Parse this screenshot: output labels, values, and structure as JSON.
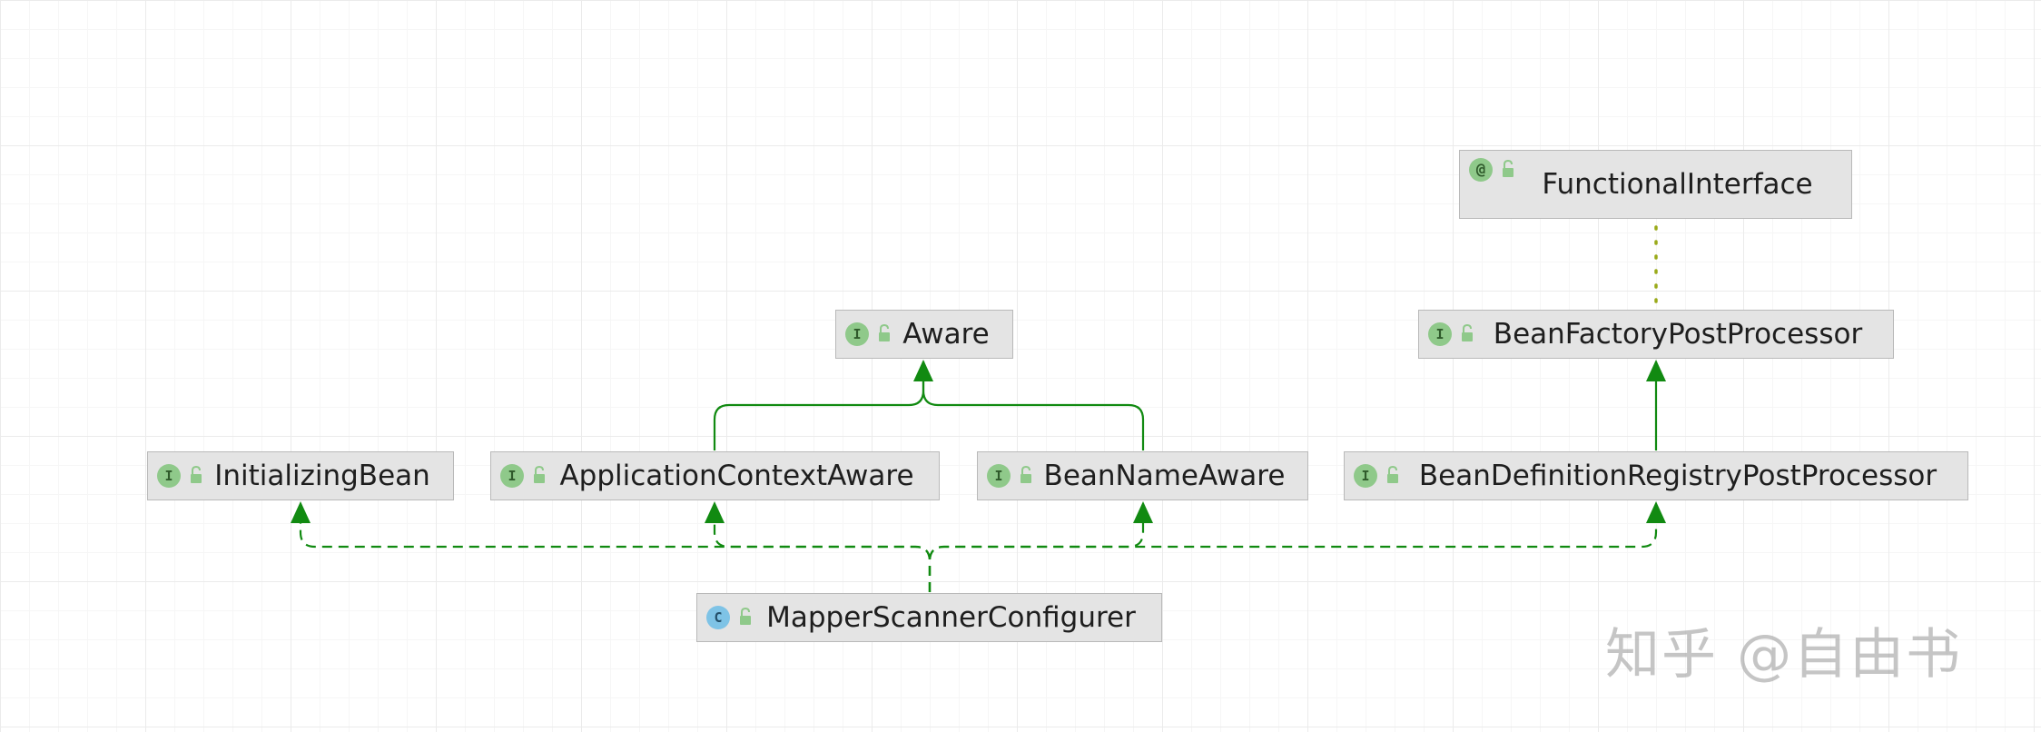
{
  "nodes": {
    "functional_interface": {
      "kind": "@",
      "kind_type": "annotation",
      "label": "FunctionalInterface"
    },
    "aware": {
      "kind": "I",
      "kind_type": "interface",
      "label": "Aware"
    },
    "bean_factory_post_processor": {
      "kind": "I",
      "kind_type": "interface",
      "label": "BeanFactoryPostProcessor"
    },
    "initializing_bean": {
      "kind": "I",
      "kind_type": "interface",
      "label": "InitializingBean"
    },
    "application_context_aware": {
      "kind": "I",
      "kind_type": "interface",
      "label": "ApplicationContextAware"
    },
    "bean_name_aware": {
      "kind": "I",
      "kind_type": "interface",
      "label": "BeanNameAware"
    },
    "bean_definition_registry_post_processor": {
      "kind": "I",
      "kind_type": "interface",
      "label": "BeanDefinitionRegistryPostProcessor"
    },
    "mapper_scanner_configurer": {
      "kind": "C",
      "kind_type": "class",
      "label": "MapperScannerConfigurer"
    }
  },
  "edges": [
    {
      "from": "application_context_aware",
      "to": "aware",
      "type": "extends"
    },
    {
      "from": "bean_name_aware",
      "to": "aware",
      "type": "extends"
    },
    {
      "from": "bean_definition_registry_post_processor",
      "to": "bean_factory_post_processor",
      "type": "extends"
    },
    {
      "from": "bean_factory_post_processor",
      "to": "functional_interface",
      "type": "annotated"
    },
    {
      "from": "mapper_scanner_configurer",
      "to": "initializing_bean",
      "type": "implements"
    },
    {
      "from": "mapper_scanner_configurer",
      "to": "application_context_aware",
      "type": "implements"
    },
    {
      "from": "mapper_scanner_configurer",
      "to": "bean_name_aware",
      "type": "implements"
    },
    {
      "from": "mapper_scanner_configurer",
      "to": "bean_definition_registry_post_processor",
      "type": "implements"
    }
  ],
  "colors": {
    "edge": "#118a11",
    "annotation_edge": "#9aaa1a",
    "node_fill": "#e4e4e4",
    "node_border": "#b9b9b9",
    "interface_icon": "#8fc98a",
    "class_icon": "#7ec3e6",
    "lock_icon": "#8fc98a"
  },
  "watermark": "知乎 @自由书"
}
